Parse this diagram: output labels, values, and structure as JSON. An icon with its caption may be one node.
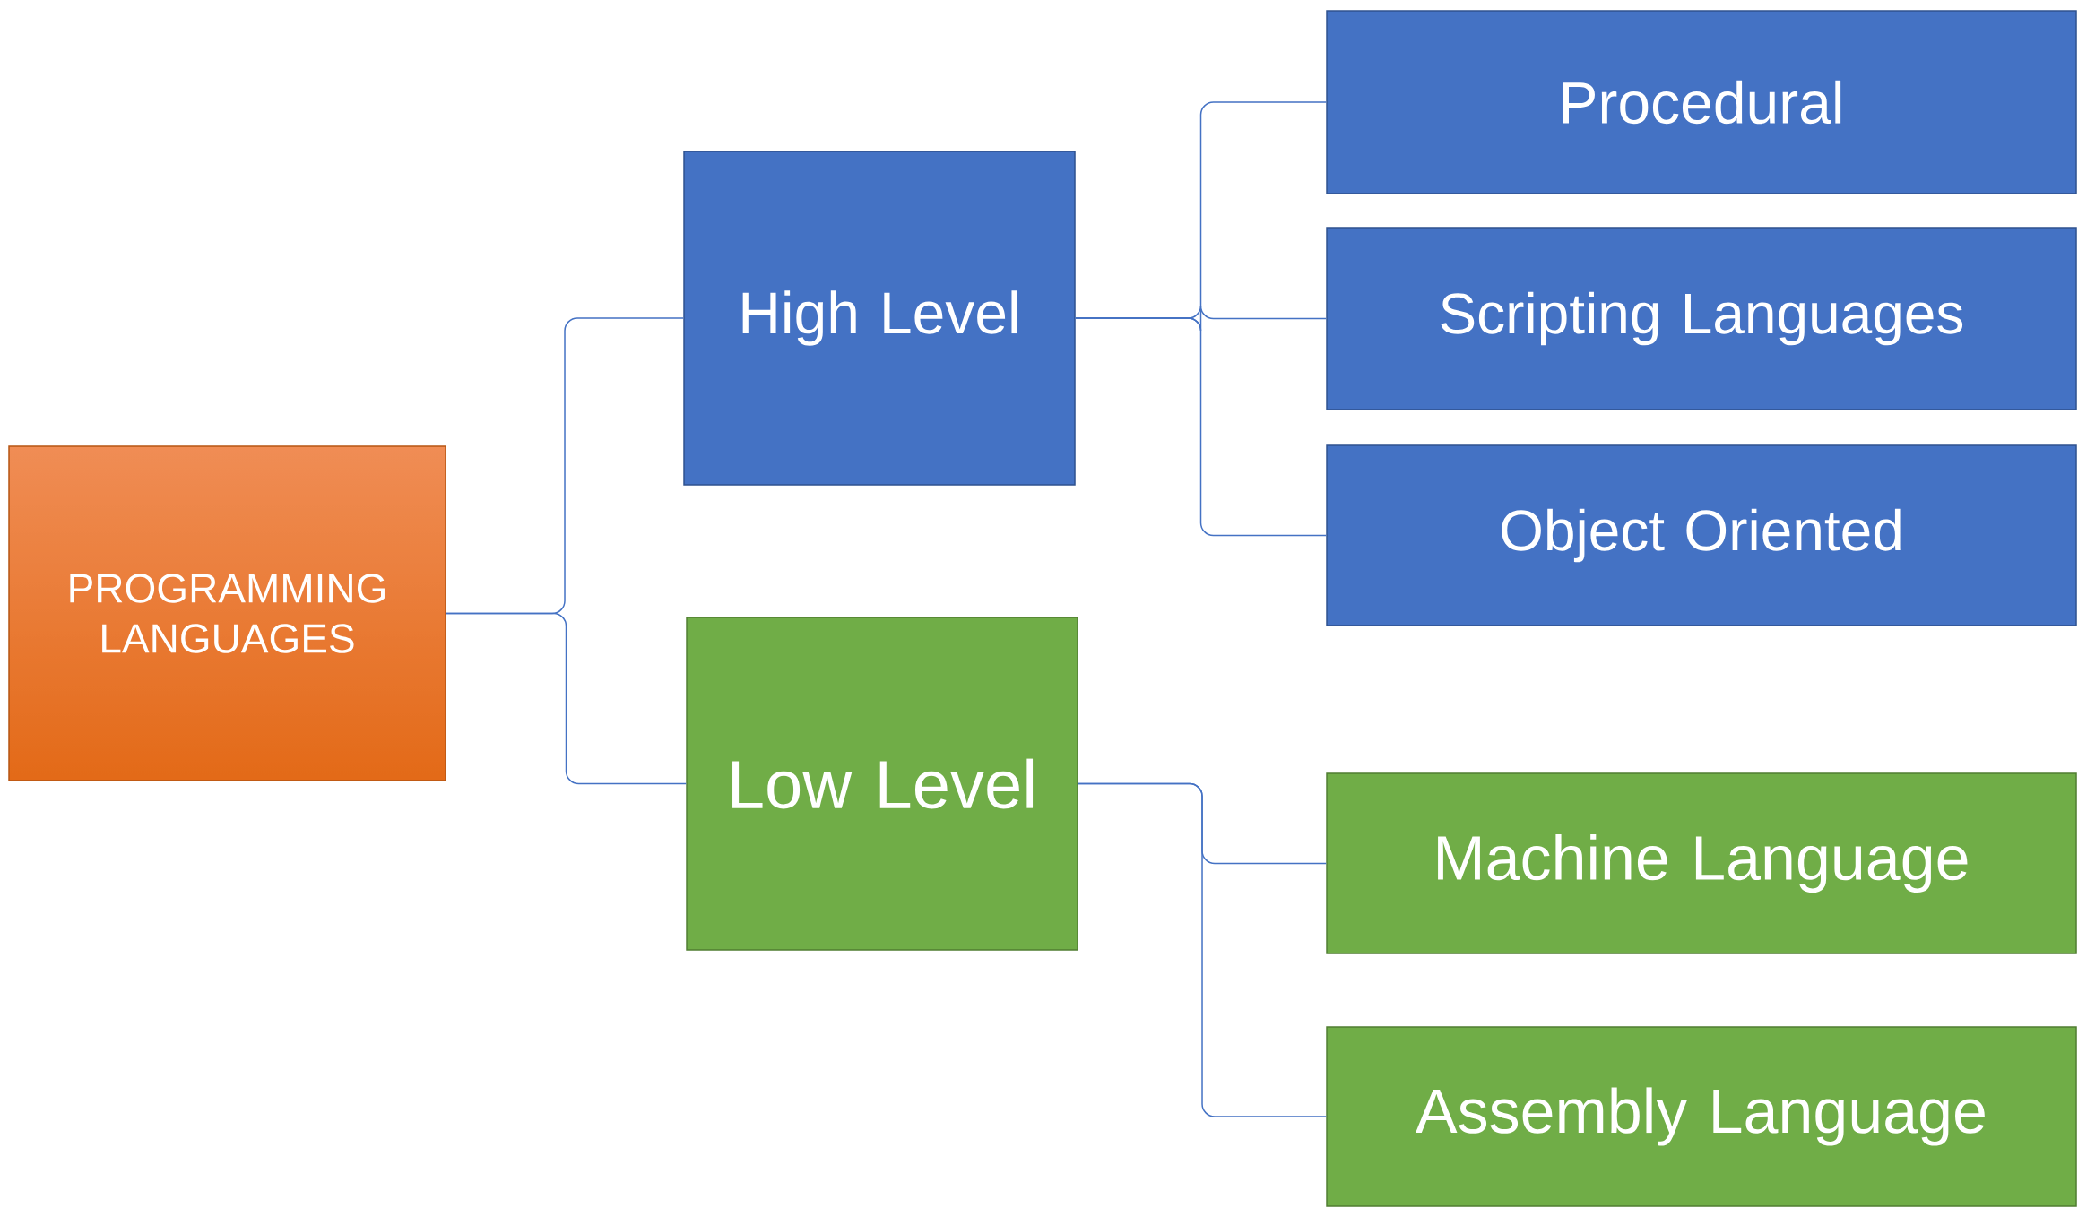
{
  "diagram": {
    "nodes": [
      {
        "text": [
          "PROGRAMMING LANGUAGES"
        ]
      },
      {
        "text": [
          "High Level"
        ]
      },
      {
        "text": [
          "Procedural"
        ]
      },
      {
        "text": [
          "Scripting Languages"
        ]
      },
      {
        "text": [
          "Object Oriented"
        ]
      },
      {
        "text": [
          "Low Level"
        ]
      },
      {
        "text": [
          "Machine Language"
        ]
      },
      {
        "text": [
          "Assembly Language"
        ]
      }
    ],
    "edges": [
      {
        "from": 0,
        "to": 1,
        "arrow": "none"
      },
      {
        "from": 0,
        "to": 5,
        "arrow": "none"
      },
      {
        "from": 1,
        "to": 2,
        "arrow": "none"
      },
      {
        "from": 1,
        "to": 3,
        "arrow": "none"
      },
      {
        "from": 1,
        "to": 4,
        "arrow": "none"
      },
      {
        "from": 5,
        "to": 6,
        "arrow": "none"
      },
      {
        "from": 5,
        "to": 7,
        "arrow": "none"
      }
    ]
  }
}
